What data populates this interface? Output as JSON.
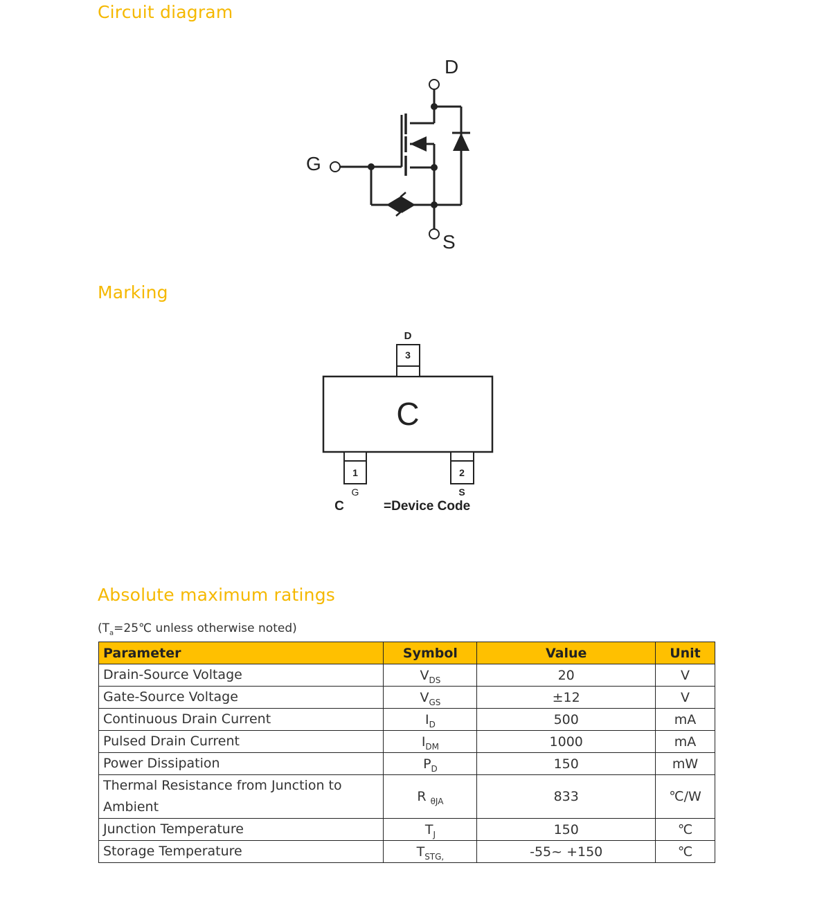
{
  "sections": {
    "circuit": "Circuit diagram",
    "marking": "Marking",
    "ratings": "Absolute maximum ratings"
  },
  "circuit_labels": {
    "drain": "D",
    "gate": "G",
    "source": "S"
  },
  "marking": {
    "device_code_letter": "C",
    "pin_top": {
      "number": "3",
      "name": "D"
    },
    "pin_left": {
      "number": "1",
      "name": "G"
    },
    "pin_right": {
      "number": "2",
      "name": "S"
    },
    "legend_code": "C",
    "legend_text": "=Device Code"
  },
  "conditions": {
    "prefix": "(T",
    "sub": "a",
    "suffix": "=25℃ unless otherwise noted)"
  },
  "table": {
    "headers": {
      "parameter": "Parameter",
      "symbol": "Symbol",
      "value": "Value",
      "unit": "Unit"
    },
    "rows": [
      {
        "parameter": "Drain-Source Voltage",
        "symbol": "V",
        "symbol_sub": "DS",
        "value": "20",
        "unit": "V"
      },
      {
        "parameter": "Gate-Source Voltage",
        "symbol": "V",
        "symbol_sub": "GS",
        "value": "±12",
        "unit": "V"
      },
      {
        "parameter": "Continuous Drain Current",
        "symbol": "I",
        "symbol_sub": "D",
        "value": "500",
        "unit": "mA"
      },
      {
        "parameter": "Pulsed Drain Current",
        "symbol": "I",
        "symbol_sub": "DM",
        "value": "1000",
        "unit": "mA"
      },
      {
        "parameter": "Power Dissipation",
        "symbol": "P",
        "symbol_sub": "D",
        "value": "150",
        "unit": "mW"
      },
      {
        "parameter": "Thermal Resistance from Junction to Ambient",
        "symbol": "R ",
        "symbol_sub": "θJA",
        "value": "833",
        "unit": "℃/W"
      },
      {
        "parameter": "Junction Temperature",
        "symbol": "T",
        "symbol_sub": "J",
        "value": "150",
        "unit": "℃"
      },
      {
        "parameter": "Storage Temperature",
        "symbol": "T",
        "symbol_sub": "STG,",
        "value": "-55~ +150",
        "unit": "℃"
      }
    ]
  }
}
